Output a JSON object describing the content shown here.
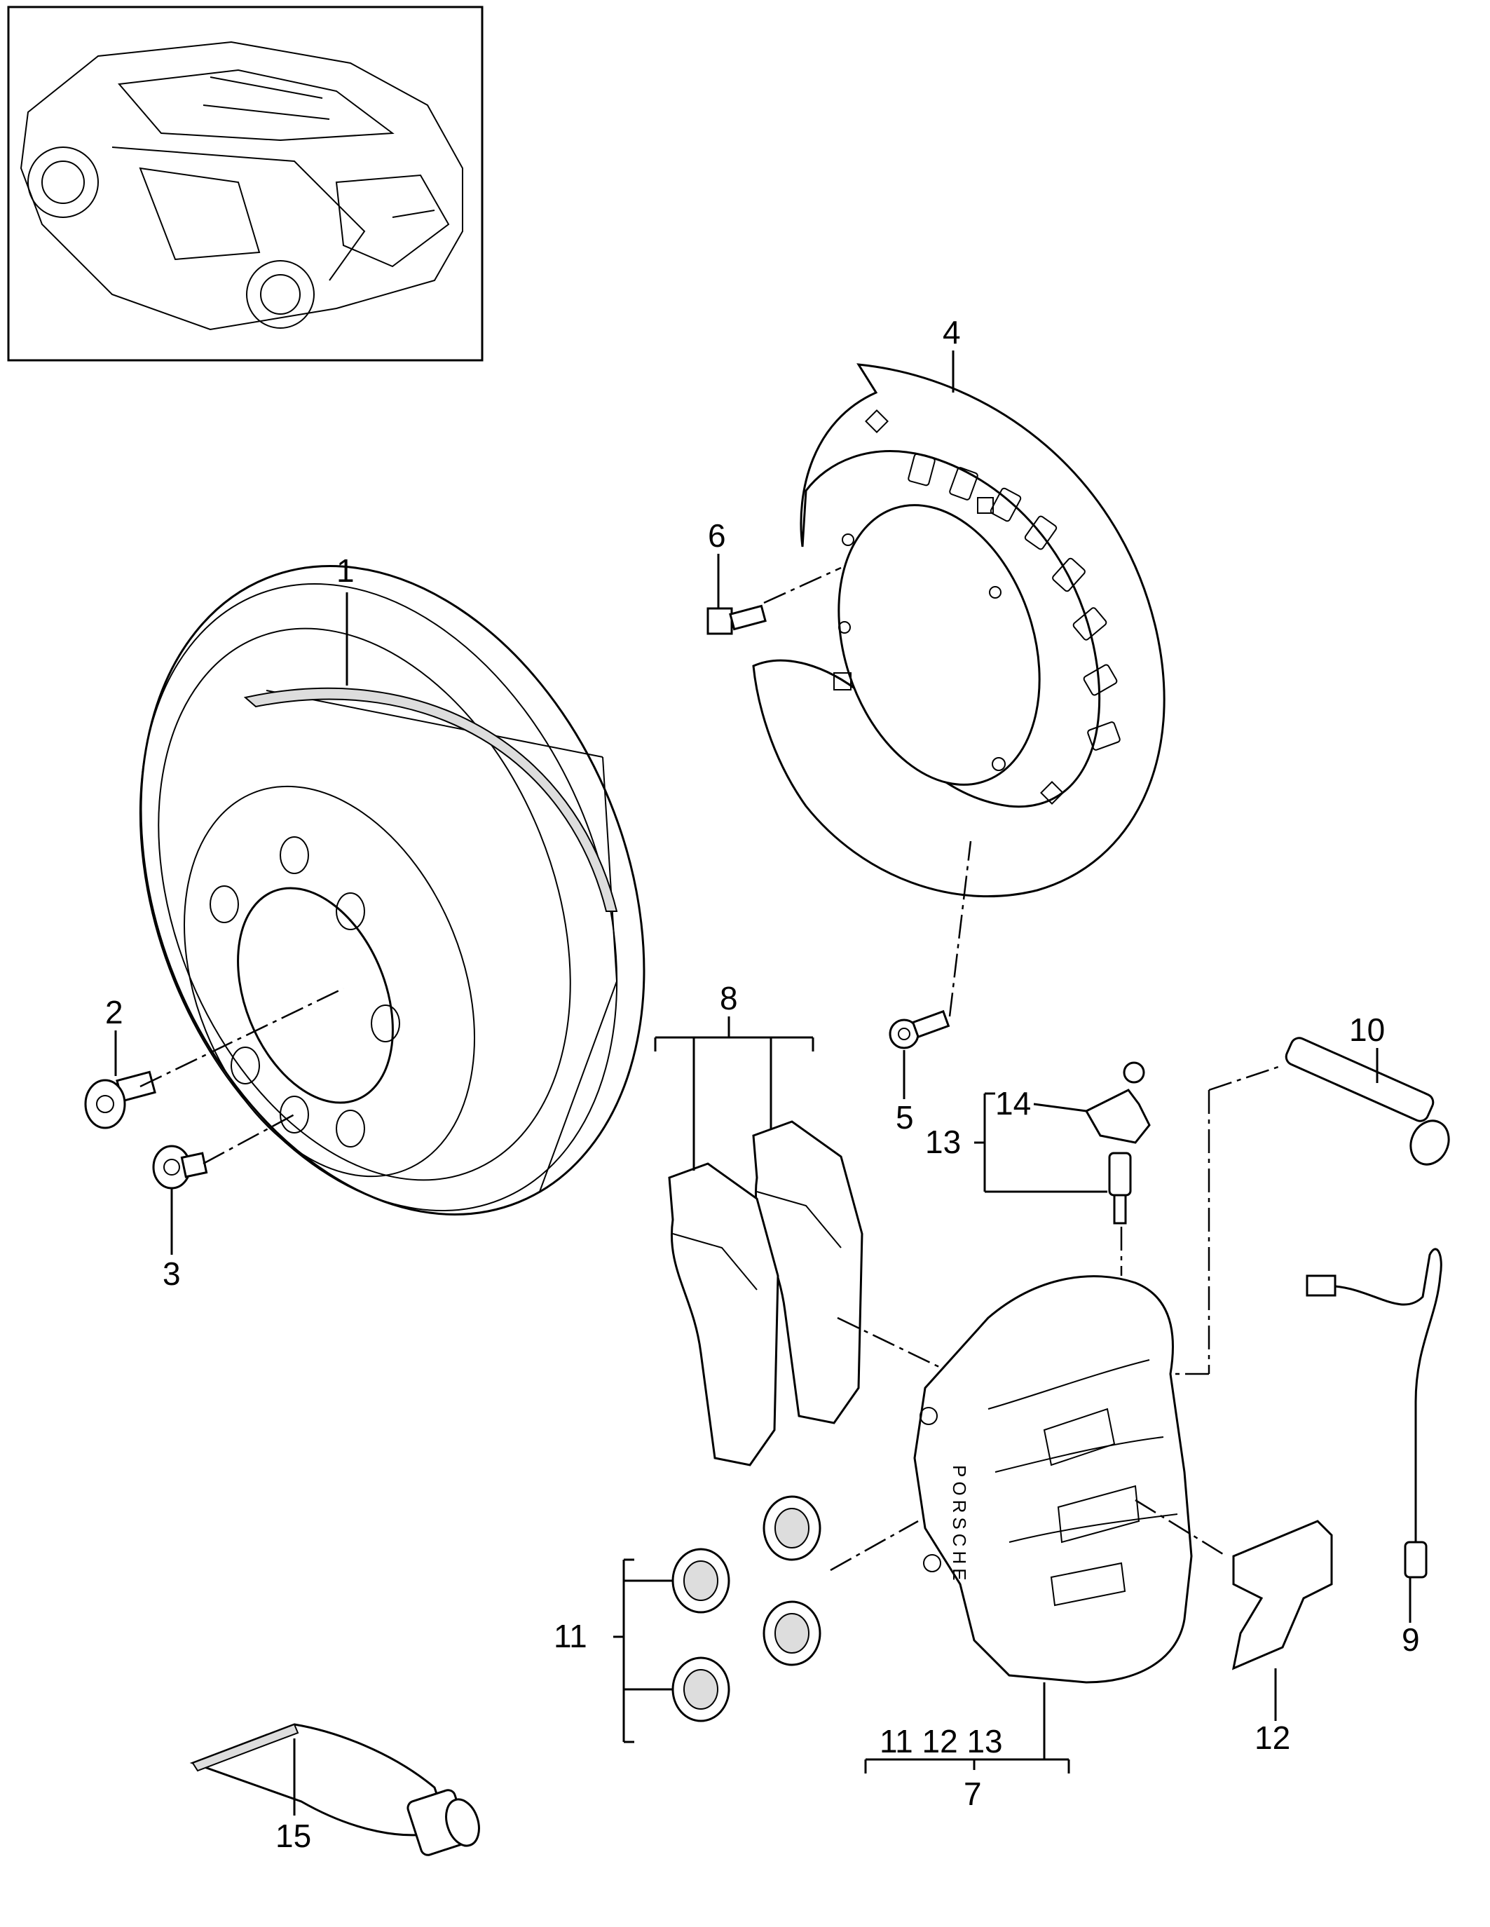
{
  "diagram": {
    "callouts": [
      {
        "id": "1",
        "text": "1"
      },
      {
        "id": "2",
        "text": "2"
      },
      {
        "id": "3",
        "text": "3"
      },
      {
        "id": "4",
        "text": "4"
      },
      {
        "id": "5",
        "text": "5"
      },
      {
        "id": "6",
        "text": "6"
      },
      {
        "id": "7",
        "text": "7"
      },
      {
        "id": "8",
        "text": "8"
      },
      {
        "id": "9",
        "text": "9"
      },
      {
        "id": "10",
        "text": "10"
      },
      {
        "id": "11",
        "text": "11"
      },
      {
        "id": "12",
        "text": "12"
      },
      {
        "id": "13",
        "text": "13"
      },
      {
        "id": "14",
        "text": "14"
      },
      {
        "id": "15",
        "text": "15"
      }
    ],
    "group_7_label": "11 12 13",
    "caliper_brand": "PORSCHE"
  }
}
